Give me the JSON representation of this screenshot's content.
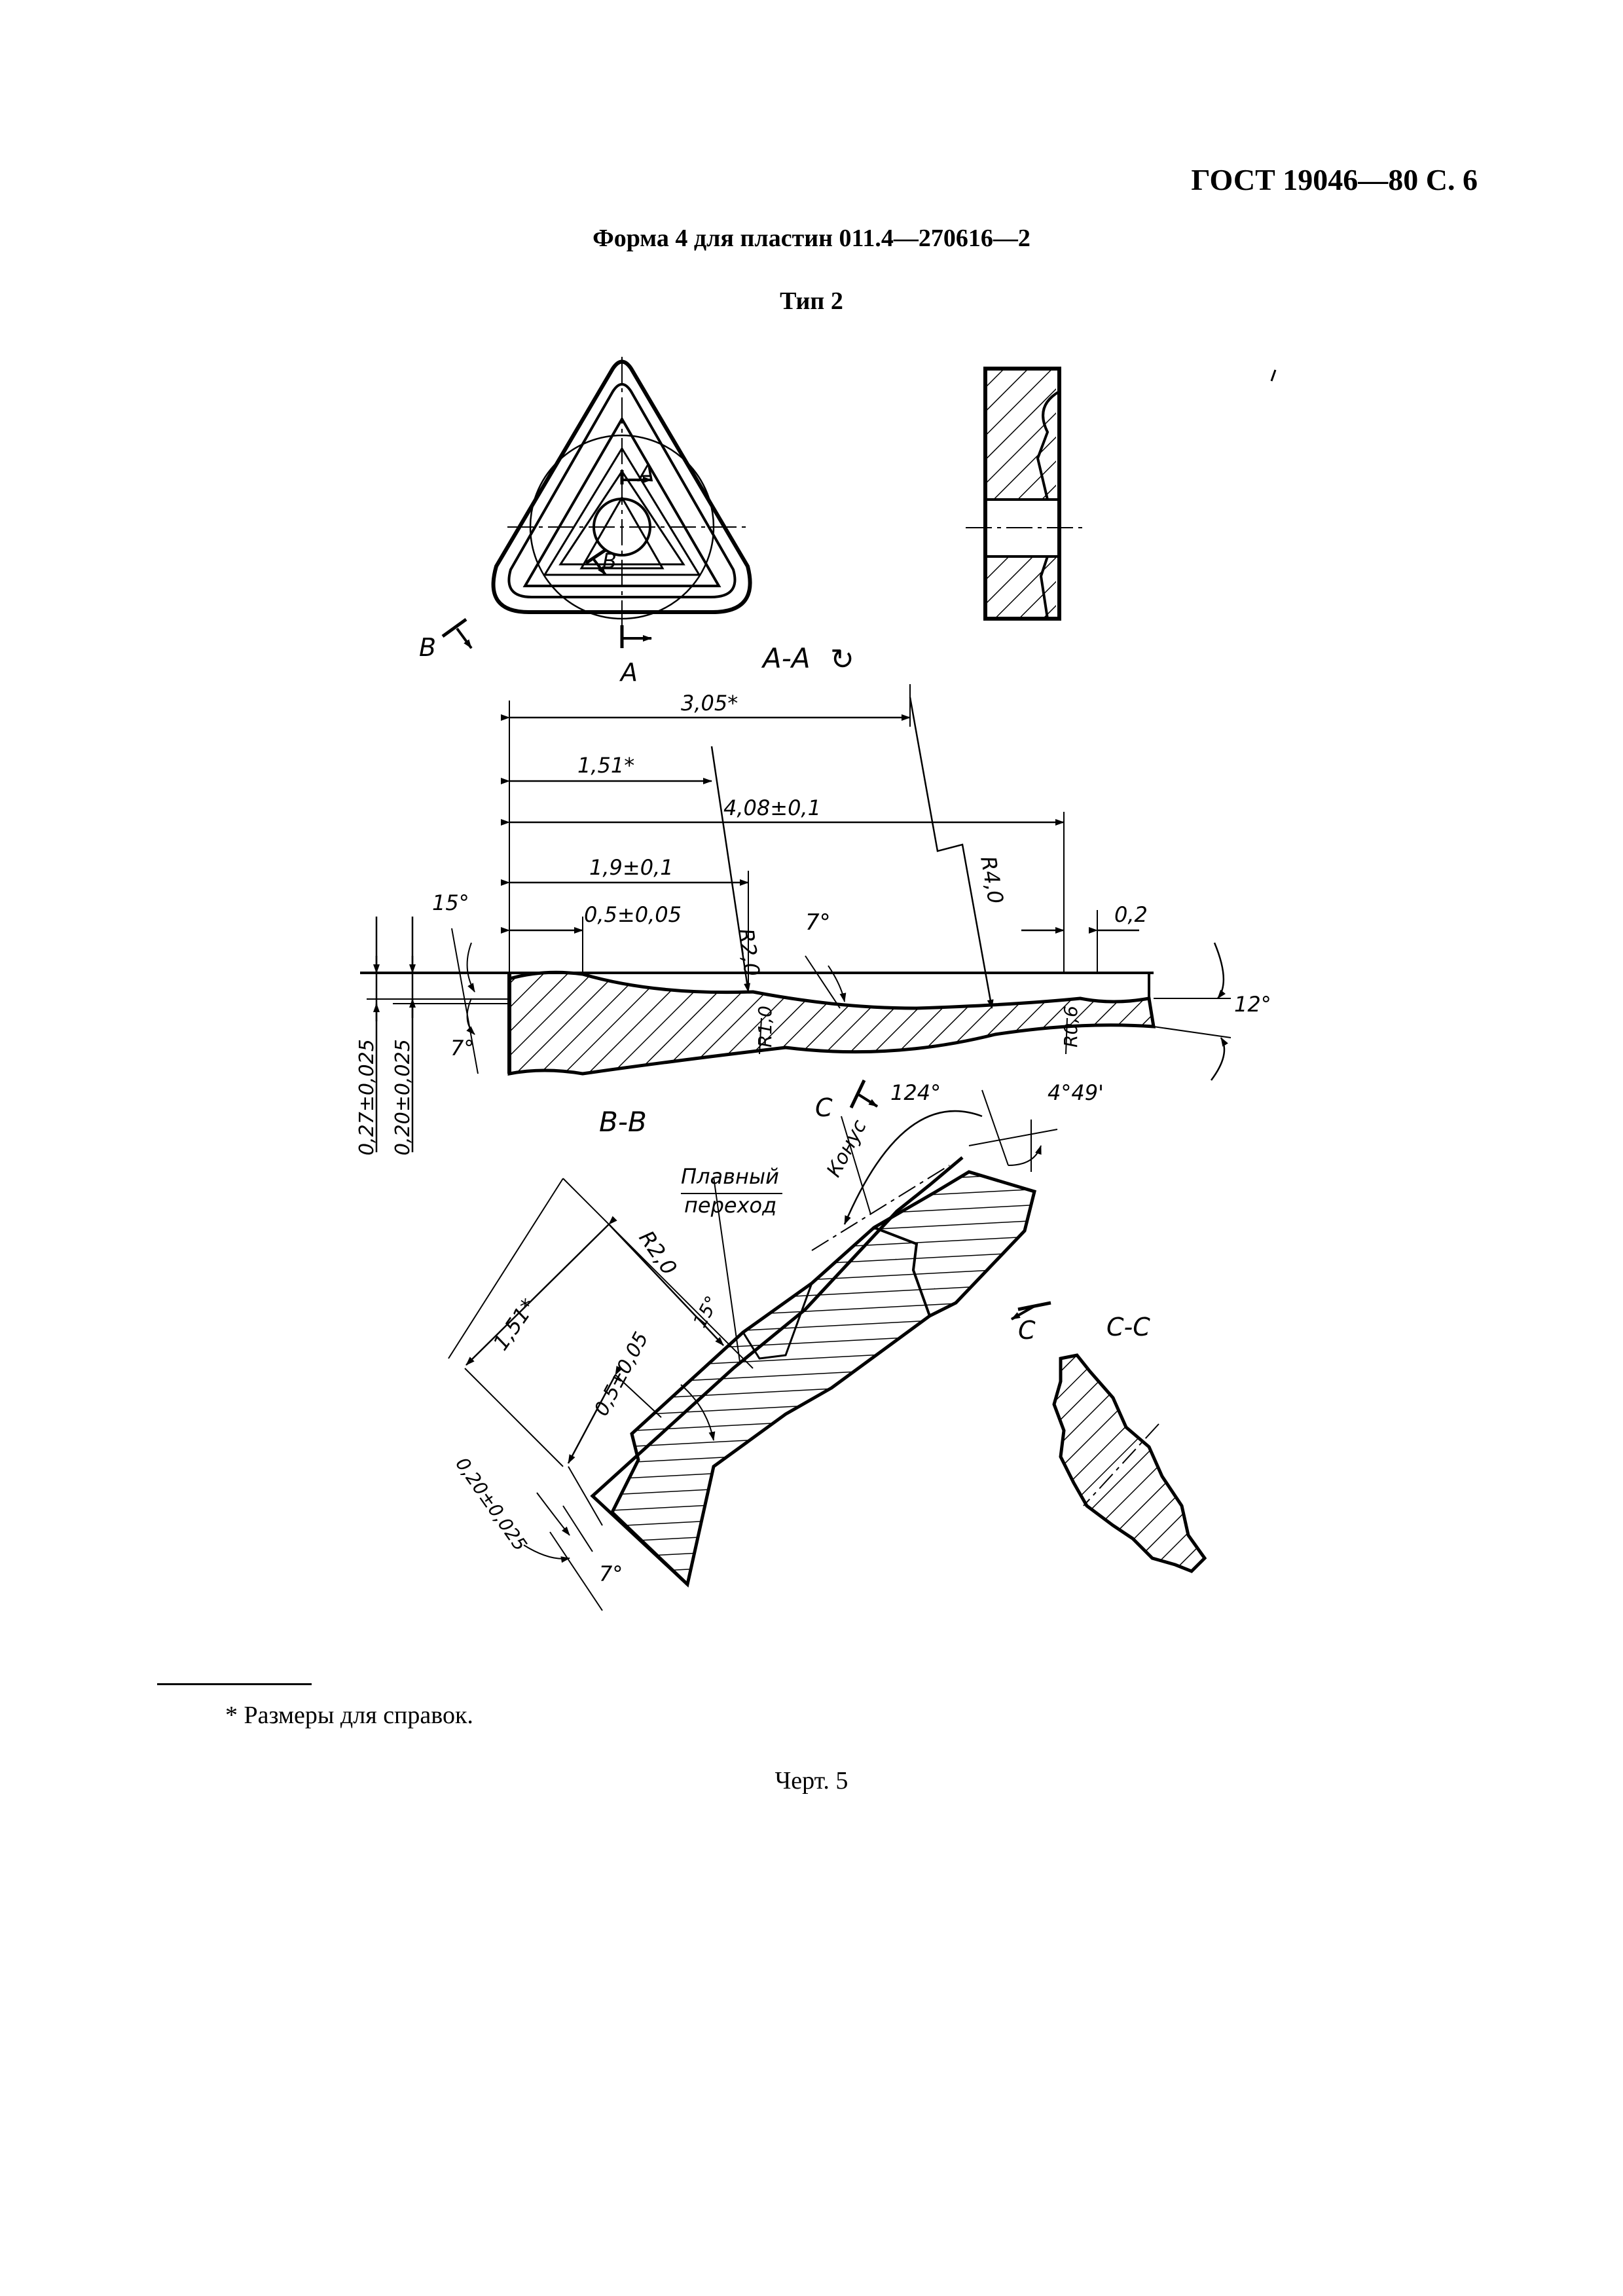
{
  "header": {
    "standard": "ГОСТ 19046—80 С. 6"
  },
  "title": "Форма 4 для пластин 011.4—270616—2",
  "subtitle": "Тип 2",
  "drawing": {
    "section_labels": {
      "aa": "А-А",
      "bb": "В-В",
      "cc": "С-С"
    },
    "view_markers": {
      "a": "А",
      "b": "В",
      "c": "С"
    },
    "dims": {
      "d305": "3,05*",
      "d151": "1,51*",
      "d408": "4,08±0,1",
      "d19": "1,9±0,1",
      "d05": "0,5±0,05",
      "d02": "0,2",
      "r20": "R2,0",
      "r40": "R4,0",
      "r10": "R1,0",
      "r06": "R0,6",
      "a15": "15°",
      "a7": "7°",
      "a12": "12°",
      "t027": "0,27±0,025",
      "t020": "0,20±0,025",
      "a124": "124°",
      "a449": "4°49'",
      "konus": "Конус",
      "smooth1": "Плавный",
      "smooth2": "переход"
    }
  },
  "footnote": "* Размеры для справок.",
  "caption": "Черт. 5"
}
